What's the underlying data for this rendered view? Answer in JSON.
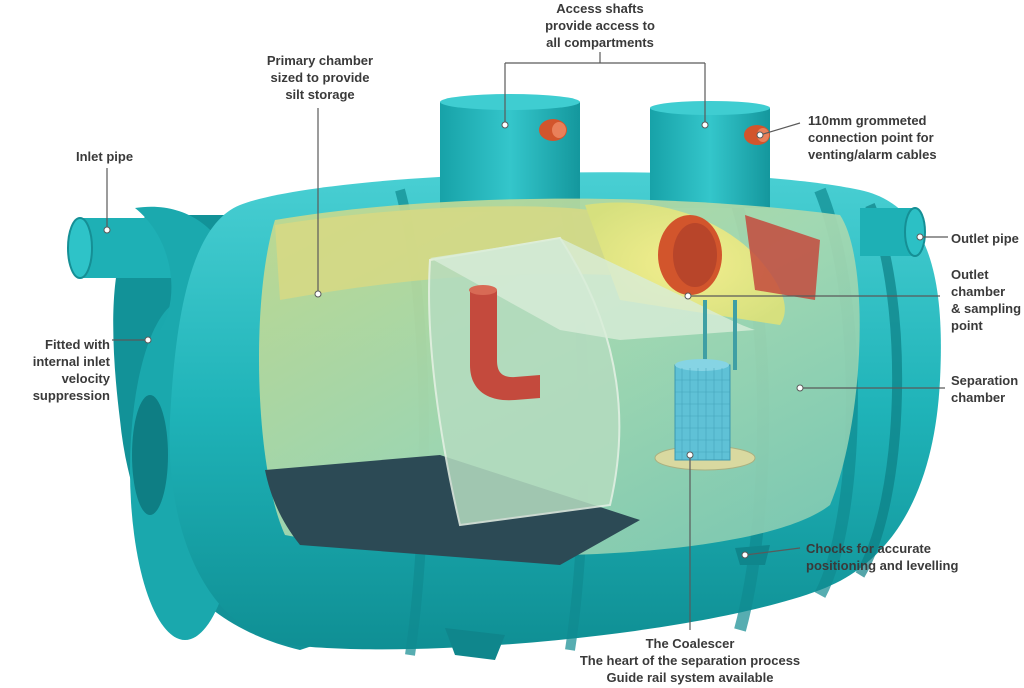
{
  "labels": {
    "access_shafts": [
      "Access shafts",
      "provide access to",
      "all compartments"
    ],
    "primary_chamber": [
      "Primary chamber",
      "sized to provide",
      "silt storage"
    ],
    "grommeted_connection": [
      "110mm grommeted",
      "connection point for",
      "venting/alarm cables"
    ],
    "inlet_pipe": [
      "Inlet pipe"
    ],
    "outlet_pipe": [
      "Outlet pipe"
    ],
    "outlet_chamber": [
      "Outlet",
      "chamber",
      "& sampling",
      "point"
    ],
    "inlet_velocity": [
      "Fitted with",
      "internal inlet",
      "velocity",
      "suppression"
    ],
    "separation_chamber": [
      "Separation",
      "chamber"
    ],
    "chocks": [
      "Chocks for accurate",
      "positioning and levelling"
    ],
    "coalescer": [
      "The Coalescer",
      "The heart of the separation process",
      "Guide rail system available"
    ]
  },
  "colors": {
    "tank_teal": "#1fb3b8",
    "tank_dark": "#128c92",
    "tank_light": "#5fd6d6",
    "interior_yellow": "#e9e68a",
    "interior_green": "#a9d9b0",
    "pipe_orange": "#d2552c",
    "label_text": "#3a3a3a",
    "leader_line": "#5a5a5a"
  }
}
